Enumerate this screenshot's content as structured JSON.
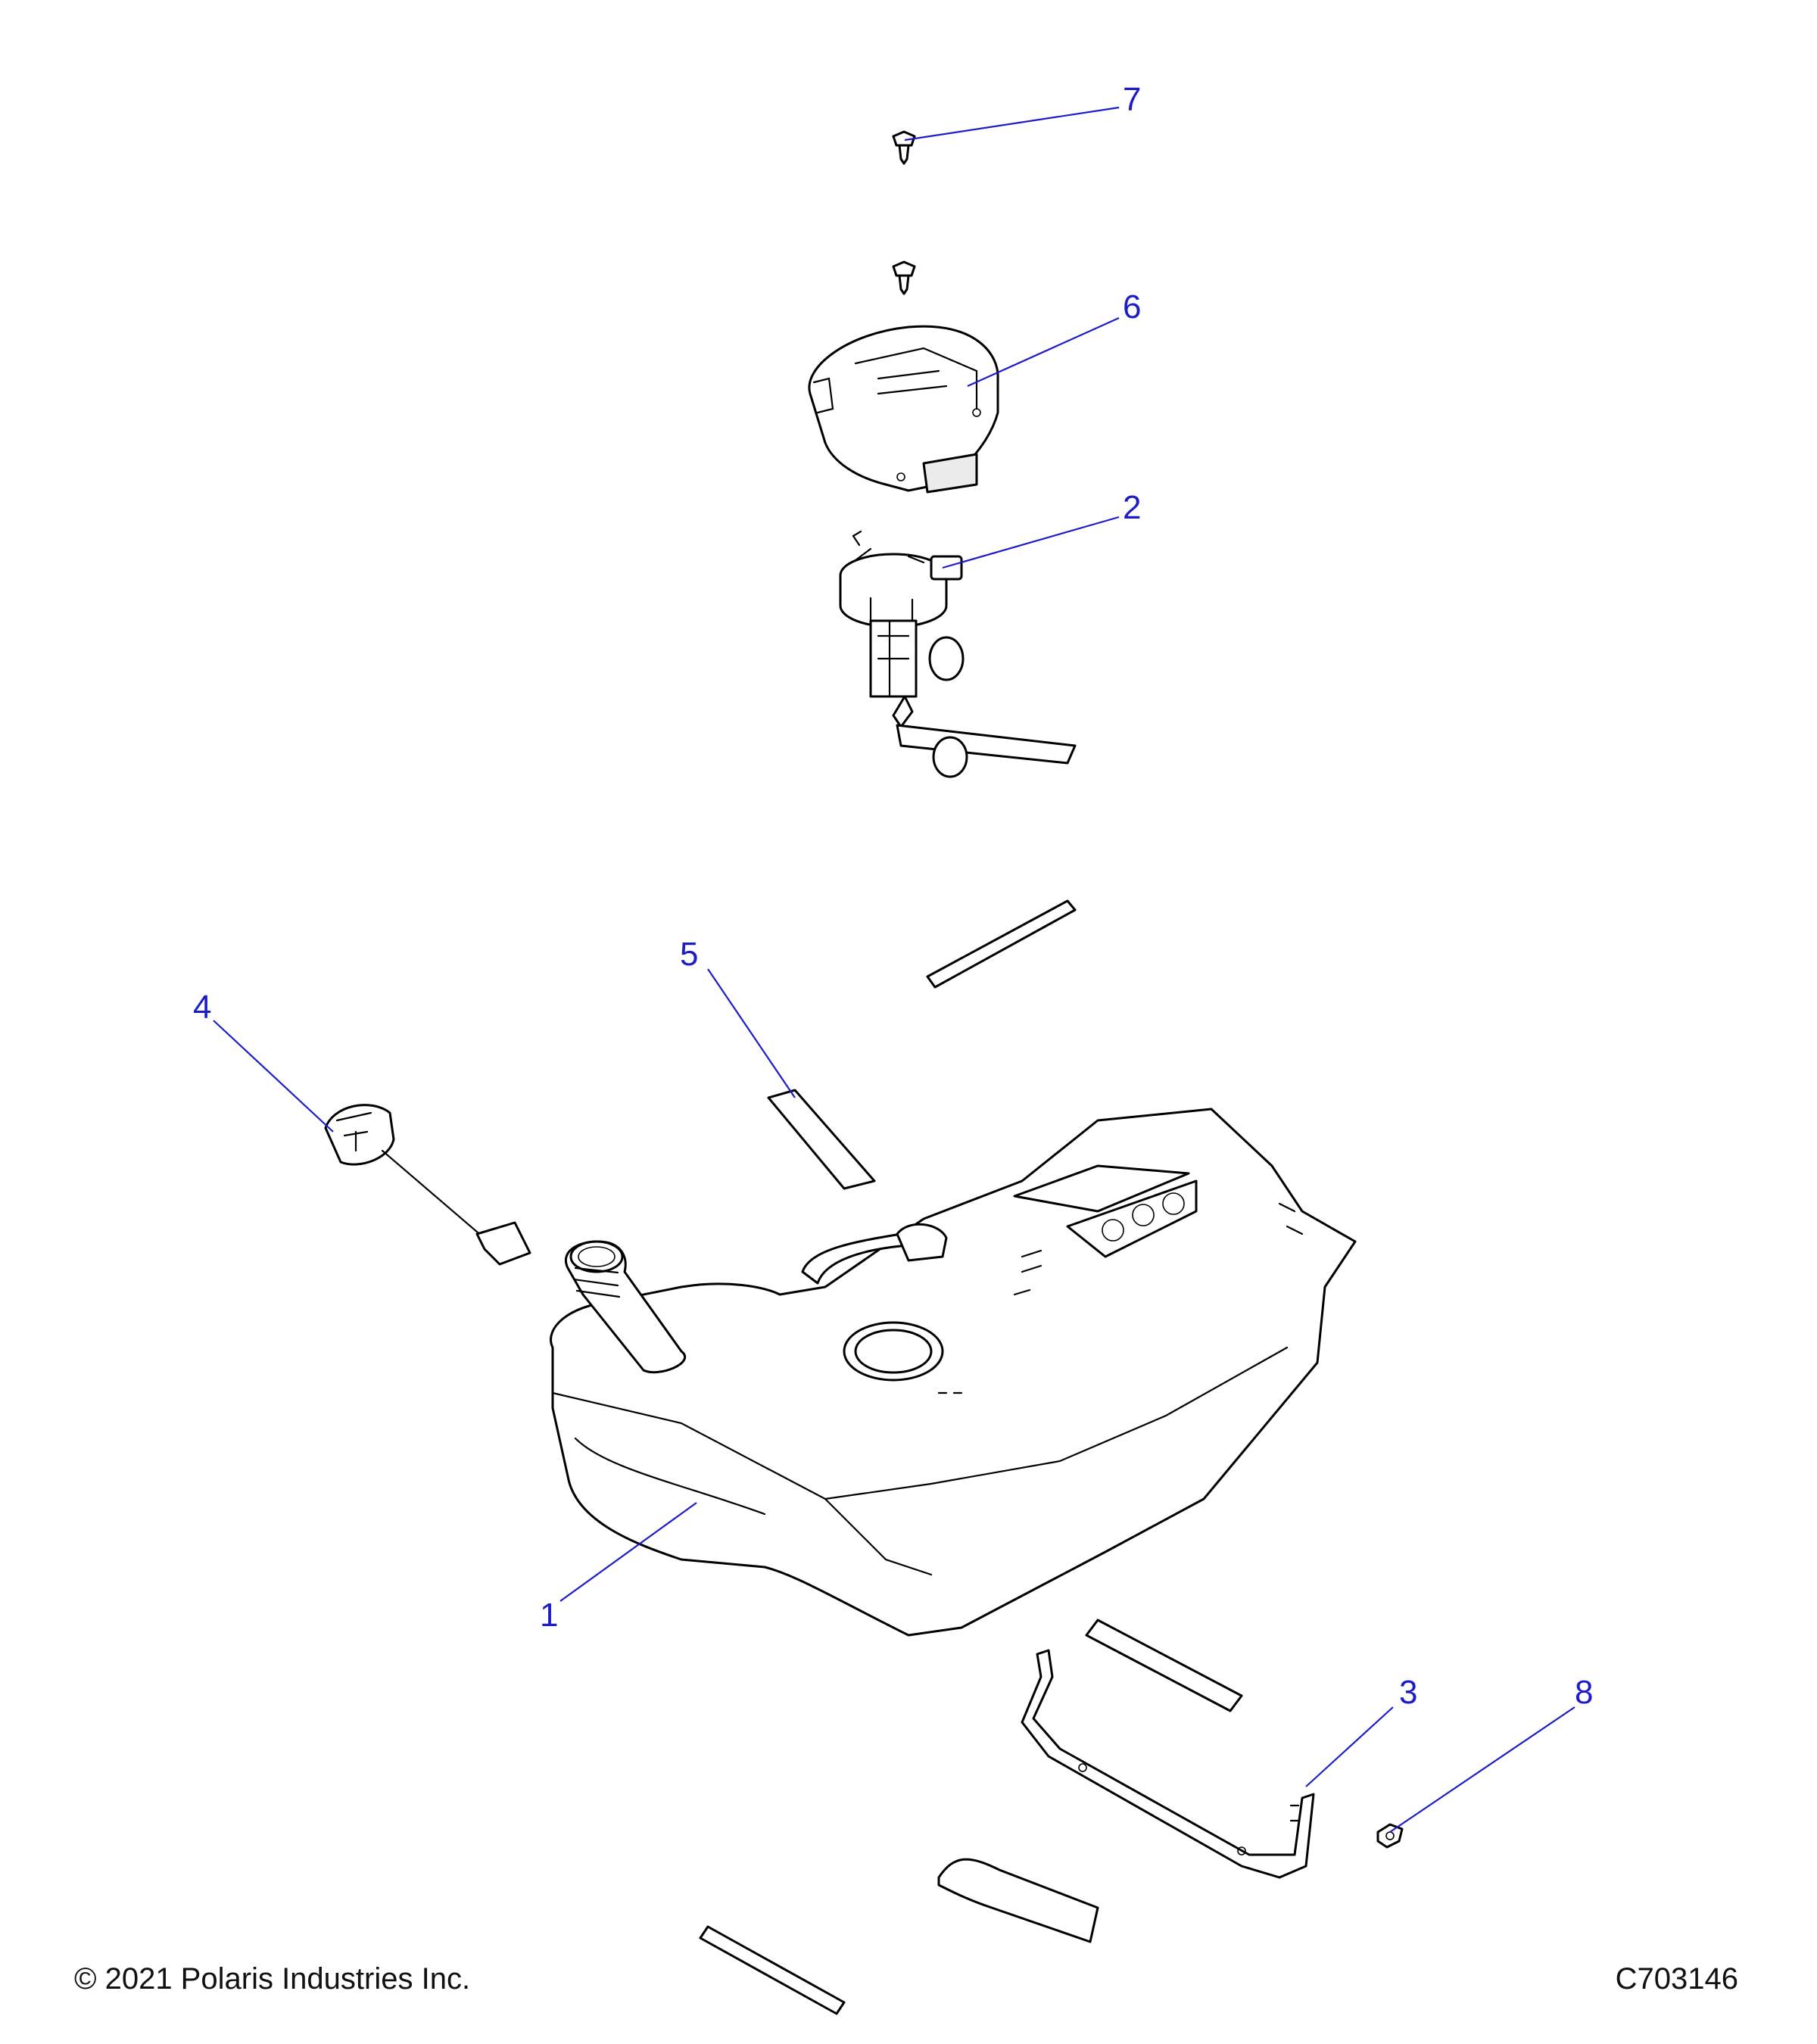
{
  "callouts": [
    {
      "id": "1",
      "label": "1"
    },
    {
      "id": "2",
      "label": "2"
    },
    {
      "id": "3",
      "label": "3"
    },
    {
      "id": "4",
      "label": "4"
    },
    {
      "id": "5",
      "label": "5"
    },
    {
      "id": "6",
      "label": "6"
    },
    {
      "id": "7",
      "label": "7"
    },
    {
      "id": "8",
      "label": "8"
    }
  ],
  "footer": {
    "copyright": "© 2021 Polaris Industries Inc.",
    "drawing_number": "C703146"
  },
  "colors": {
    "callout": "#1d1dc8",
    "line_art": "#000000",
    "background": "#ffffff"
  }
}
